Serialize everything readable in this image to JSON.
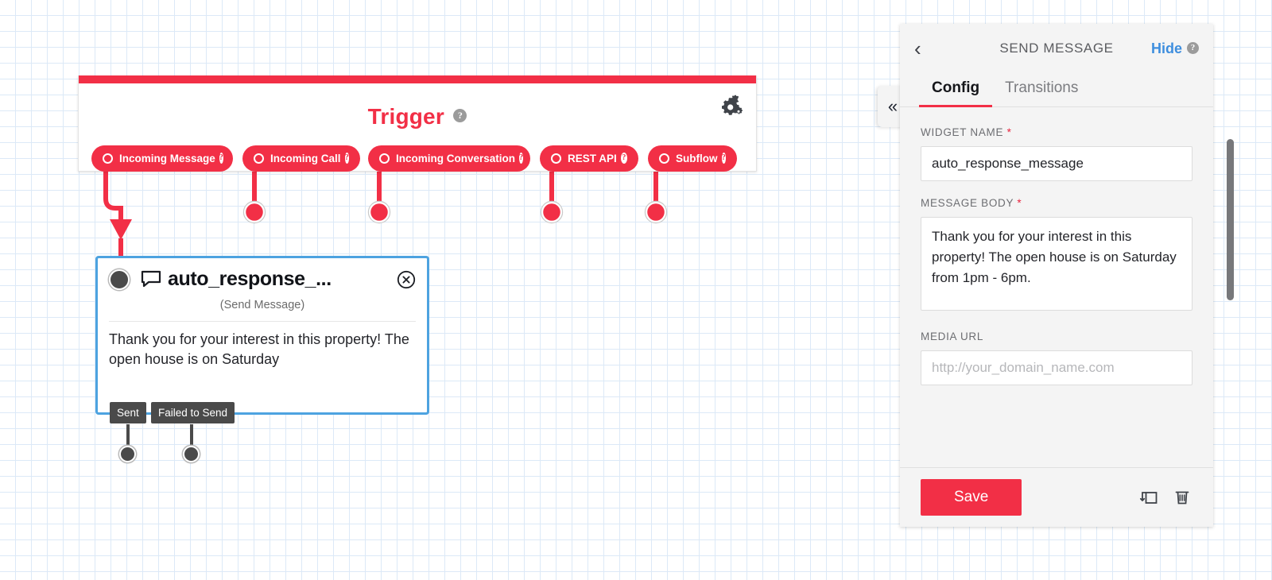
{
  "canvas": {
    "trigger": {
      "title": "Trigger",
      "help_icon": "help-icon",
      "settings_icon": "gear-icon",
      "accent_color": "#f22f46",
      "pills": [
        {
          "label": "Incoming Message",
          "help": "?"
        },
        {
          "label": "Incoming Call",
          "help": "?"
        },
        {
          "label": "Incoming Conversation",
          "help": "?"
        },
        {
          "label": "REST API",
          "help": "?"
        },
        {
          "label": "Subflow",
          "help": "?"
        }
      ]
    },
    "widget": {
      "title": "auto_response_...",
      "subtitle": "(Send Message)",
      "body": "Thank you for your interest in this property! The open house is on Saturday",
      "close_icon": "close-circle-icon",
      "type_icon": "message-bubble-icon",
      "selected_border_color": "#4da3e0",
      "outputs": [
        {
          "label": "Sent"
        },
        {
          "label": "Failed to Send"
        }
      ]
    }
  },
  "panel": {
    "back_icon": "chevron-left-icon",
    "title": "SEND MESSAGE",
    "hide_label": "Hide",
    "hide_help_icon": "help-icon",
    "collapse_icon": "double-chevron-left-icon",
    "tabs": [
      {
        "label": "Config",
        "active": true
      },
      {
        "label": "Transitions",
        "active": false
      }
    ],
    "fields": [
      {
        "label": "WIDGET NAME",
        "required": true,
        "value": "auto_response_message",
        "placeholder": ""
      },
      {
        "label": "MESSAGE BODY",
        "required": true,
        "value": "Thank you for your interest in this property! The open house is on Saturday from 1pm - 6pm.",
        "placeholder": ""
      },
      {
        "label": "MEDIA URL",
        "required": false,
        "value": "",
        "placeholder": "http://your_domain_name.com"
      }
    ],
    "footer": {
      "save_label": "Save",
      "copy_icon": "duplicate-icon",
      "delete_icon": "trash-icon"
    },
    "accent_color": "#f22f46",
    "link_color": "#3e8ede"
  }
}
